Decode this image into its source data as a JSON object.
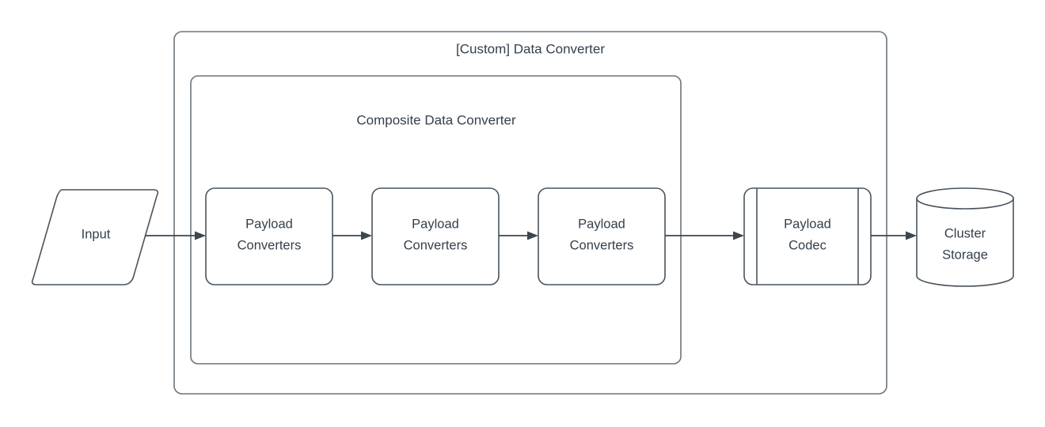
{
  "diagram": {
    "title": "[Custom] Data Converter",
    "containers": [
      {
        "id": "custom-data-converter",
        "label": "[Custom] Data Converter"
      },
      {
        "id": "composite-data-converter",
        "label": "Composite Data Converter"
      }
    ],
    "nodes": [
      {
        "id": "input",
        "shape": "parallelogram",
        "label": "Input",
        "lines": [
          "Input"
        ]
      },
      {
        "id": "payload-converters-1",
        "shape": "rounded-rect",
        "label": "Payload Converters",
        "lines": [
          "Payload",
          "Converters"
        ]
      },
      {
        "id": "payload-converters-2",
        "shape": "rounded-rect",
        "label": "Payload Converters",
        "lines": [
          "Payload",
          "Converters"
        ]
      },
      {
        "id": "payload-converters-3",
        "shape": "rounded-rect",
        "label": "Payload Converters",
        "lines": [
          "Payload",
          "Converters"
        ]
      },
      {
        "id": "payload-codec",
        "shape": "subroutine",
        "label": "Payload Codec",
        "lines": [
          "Payload",
          "Codec"
        ]
      },
      {
        "id": "cluster-storage",
        "shape": "cylinder",
        "label": "Cluster Storage",
        "lines": [
          "Cluster",
          "Storage"
        ]
      }
    ],
    "edges": [
      {
        "from": "input",
        "to": "payload-converters-1"
      },
      {
        "from": "payload-converters-1",
        "to": "payload-converters-2"
      },
      {
        "from": "payload-converters-2",
        "to": "payload-converters-3"
      },
      {
        "from": "payload-converters-3",
        "to": "payload-codec"
      },
      {
        "from": "payload-codec",
        "to": "cluster-storage"
      }
    ],
    "colors": {
      "shape_fill": "#ffffff",
      "shape_stroke": "#49545d",
      "container_stroke": "#6b747c",
      "connector": "#3c464f",
      "text": "#343f4b",
      "background": "#ffffff"
    }
  }
}
